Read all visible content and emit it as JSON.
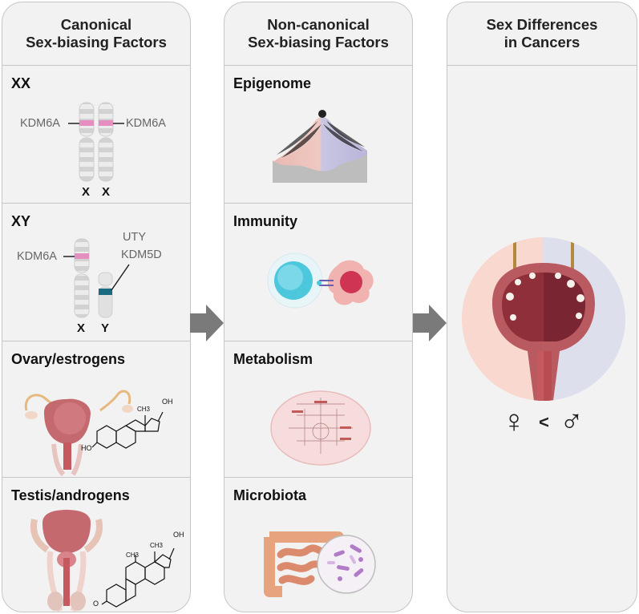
{
  "columns": {
    "canonical": {
      "title_line1": "Canonical",
      "title_line2": "Sex-biasing Factors",
      "sections": {
        "xx": {
          "title": "XX",
          "gene_left": "KDM6A",
          "gene_right": "KDM6A",
          "chrom_a": "X",
          "chrom_b": "X"
        },
        "xy": {
          "title": "XY",
          "gene_left": "KDM6A",
          "gene_y1": "UTY",
          "gene_y2": "KDM5D",
          "chrom_a": "X",
          "chrom_b": "Y"
        },
        "ovary": {
          "title": "Ovary/estrogens",
          "atom_oh_top": "OH",
          "atom_ho": "HO",
          "atom_ch3": "CH3"
        },
        "testis": {
          "title": "Testis/androgens",
          "atom_oh_top": "OH",
          "atom_o": "O",
          "atom_ch3_a": "CH3",
          "atom_ch3_b": "CH3"
        }
      }
    },
    "noncanonical": {
      "title_line1": "Non-canonical",
      "title_line2": "Sex-biasing Factors",
      "sections": {
        "epigenome": {
          "title": "Epigenome"
        },
        "immunity": {
          "title": "Immunity"
        },
        "metabolism": {
          "title": "Metabolism"
        },
        "microbiota": {
          "title": "Microbiota"
        }
      }
    },
    "cancers": {
      "title_line1": "Sex Differences",
      "title_line2": "in Cancers",
      "female_symbol": "♀",
      "less_than": "<",
      "male_symbol": "♂"
    }
  },
  "colors": {
    "panel_bg": "#f2f2f2",
    "panel_border": "#c6c6c6",
    "arrow": "#7a7a7a",
    "band_pink": "#e48fc0",
    "band_teal": "#1a6a80",
    "female_tint": "#f8d8cf",
    "male_tint": "#dde0ec"
  }
}
